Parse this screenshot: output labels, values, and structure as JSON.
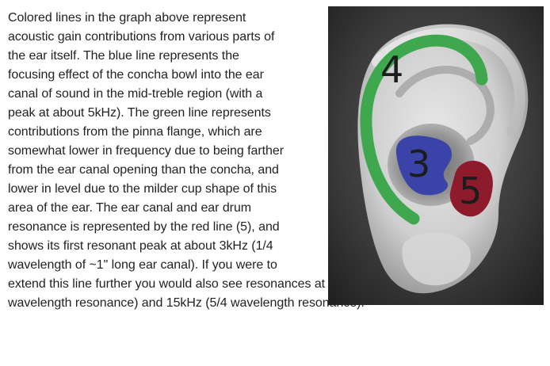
{
  "article": {
    "lines": [
      "Colored lines in the graph above represent",
      "acoustic gain contributions from various parts of",
      "the ear itself. The blue line represents the",
      "focusing effect of the concha bowl into the ear",
      "canal of sound in the mid-treble region (with a",
      "peak at about 5kHz). The green line represents",
      "contributions from the pinna flange, which are",
      "somewhat lower in frequency due to being farther",
      "from the ear canal opening than the concha, and",
      "lower in level due to the milder cup shape of this",
      "area of the ear. The ear canal and ear drum",
      "resonance is represented by the red line (5), and",
      "shows its first resonant peak at about 3kHz (1/4",
      "wavelength of ~1\" long ear canal). If you were to",
      "extend this line further you would also see resonances at about 9kHz (3/4",
      "wavelength resonance) and 15kHz (5/4 wavelength resonance)."
    ]
  },
  "figure": {
    "labels": {
      "pinna": "4",
      "concha": "3",
      "canal": "5"
    },
    "colors": {
      "pinna": "#3fa84f",
      "concha": "#3a44a8",
      "canal": "#8e1b2c"
    }
  }
}
